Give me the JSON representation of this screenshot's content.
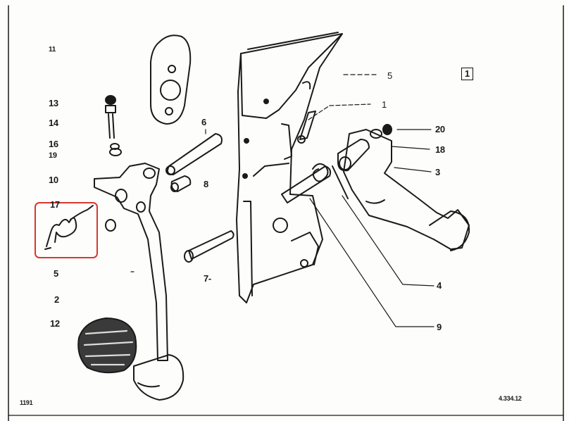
{
  "figure_number": "1",
  "drawing_id": "1191",
  "reference_code": "4.334.12",
  "callouts": {
    "c11": "11",
    "c13": "13",
    "c14": "14",
    "c16": "16",
    "c19": "19",
    "c10": "10",
    "c17": "17",
    "c5b": "5",
    "c2": "2",
    "c12": "12",
    "c6": "6",
    "c8": "8",
    "c7": "7-",
    "c5a": "5",
    "c1": "1",
    "c20": "20",
    "c18": "18",
    "c3": "3",
    "c4": "4",
    "c9": "9"
  },
  "highlight_color": "#d9372f"
}
